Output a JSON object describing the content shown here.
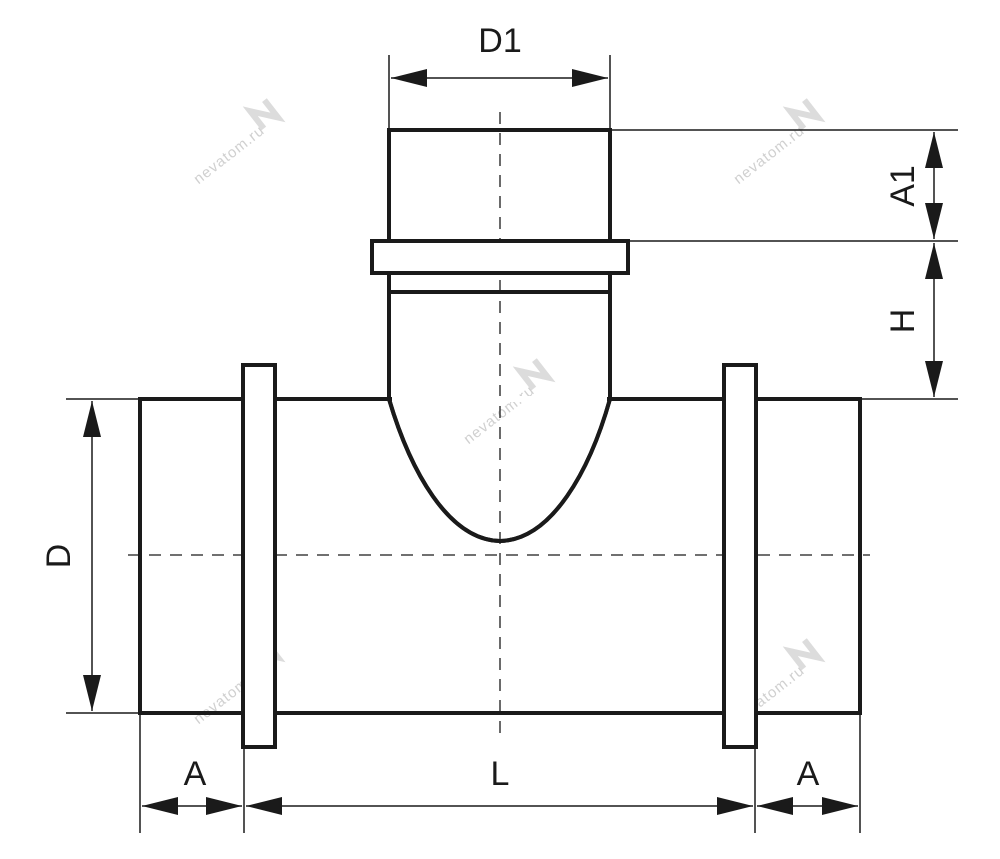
{
  "labels": {
    "d1": "D1",
    "a1": "A1",
    "h": "H",
    "d": "D",
    "a_left": "A",
    "l": "L",
    "a_right": "A"
  },
  "watermark": {
    "text": "nevatom.ru"
  },
  "colors": {
    "line": "#1a1a1a",
    "background": "#ffffff",
    "watermark": "#d0d0d0"
  }
}
